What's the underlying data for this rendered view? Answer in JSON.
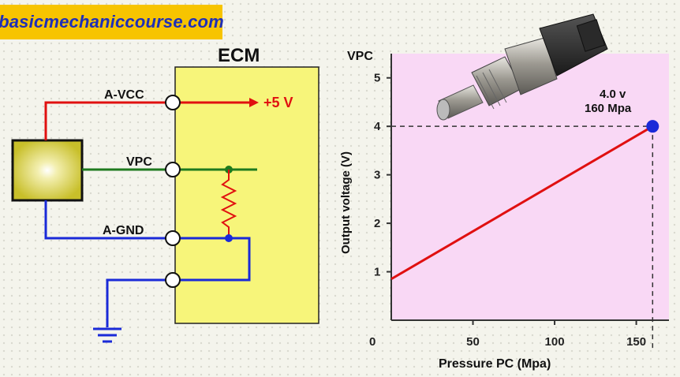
{
  "brand": {
    "text": "basicmechaniccourse.com"
  },
  "circuit": {
    "ecm_label": "ECM",
    "pin_avcc": "A-VCC",
    "pin_vpc": "VPC",
    "pin_agnd": "A-GND",
    "supply": "+5 V"
  },
  "colors": {
    "brand_bg": "#f7c400",
    "brand_text": "#1f2fb8",
    "ecm_fill": "#f7f57a",
    "chart_bg": "#f9d8f5",
    "wire_red": "#e01010",
    "wire_green": "#1e7a1e",
    "wire_blue": "#1a2ad8",
    "sensor_fill": "#c8bf2a"
  },
  "chart_data": {
    "type": "line",
    "ylabel_top": "VPC",
    "ylabel": "Output voltage (V)",
    "xlabel": "Pressure  PC  (Mpa)",
    "origin_label": "0",
    "x_ticks": [
      50,
      100,
      150
    ],
    "y_ticks": [
      1,
      2,
      3,
      4,
      5
    ],
    "xlim": [
      0,
      170
    ],
    "ylim": [
      0,
      5.5
    ],
    "series": [
      {
        "x": [
          0,
          160
        ],
        "y": [
          0.85,
          4.0
        ]
      }
    ],
    "annotation": {
      "x": 160,
      "y": 4.0,
      "line1": "4.0 v",
      "line2": "160 Mpa"
    }
  }
}
